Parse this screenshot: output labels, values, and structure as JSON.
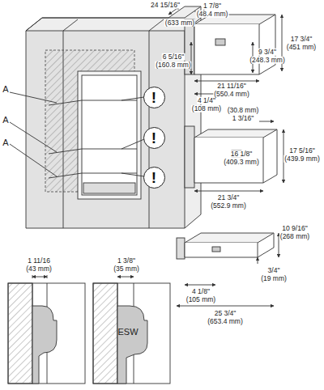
{
  "diagram": {
    "nodes": [
      {
        "text": [
          "!"
        ]
      },
      {
        "text": [
          "!"
        ]
      },
      {
        "text": [
          "!"
        ]
      }
    ],
    "labels": [
      "A",
      "A",
      "A",
      "24 15/16\"",
      "(633 mm)",
      "1 7/8\"",
      "(48.4 mm)",
      "17 3/4\"",
      "(451 mm)",
      "9 3/4\"",
      "(248.3 mm)",
      "6 5/16\"",
      "(160.8 mm)",
      "4 1/4\"",
      "(108 mm)",
      "21 11/16\"",
      "(550.4 mm)",
      "1 3/16\"",
      "(30.8 mm)",
      "16 1/8\"",
      "(409.3 mm)",
      "17 5/16\"",
      "(439.9 mm)",
      "21 3/4\"",
      "(552.9 mm)",
      "10 9/16\"",
      "(268 mm)",
      "3/4\"",
      "(19 mm)",
      "4 1/8\"",
      "(105 mm)",
      "25 3/4\"",
      "(653.4 mm)",
      "1 11/16",
      "(43 mm)",
      "1 3/8\"",
      "(35 mm)",
      "ESW"
    ]
  }
}
